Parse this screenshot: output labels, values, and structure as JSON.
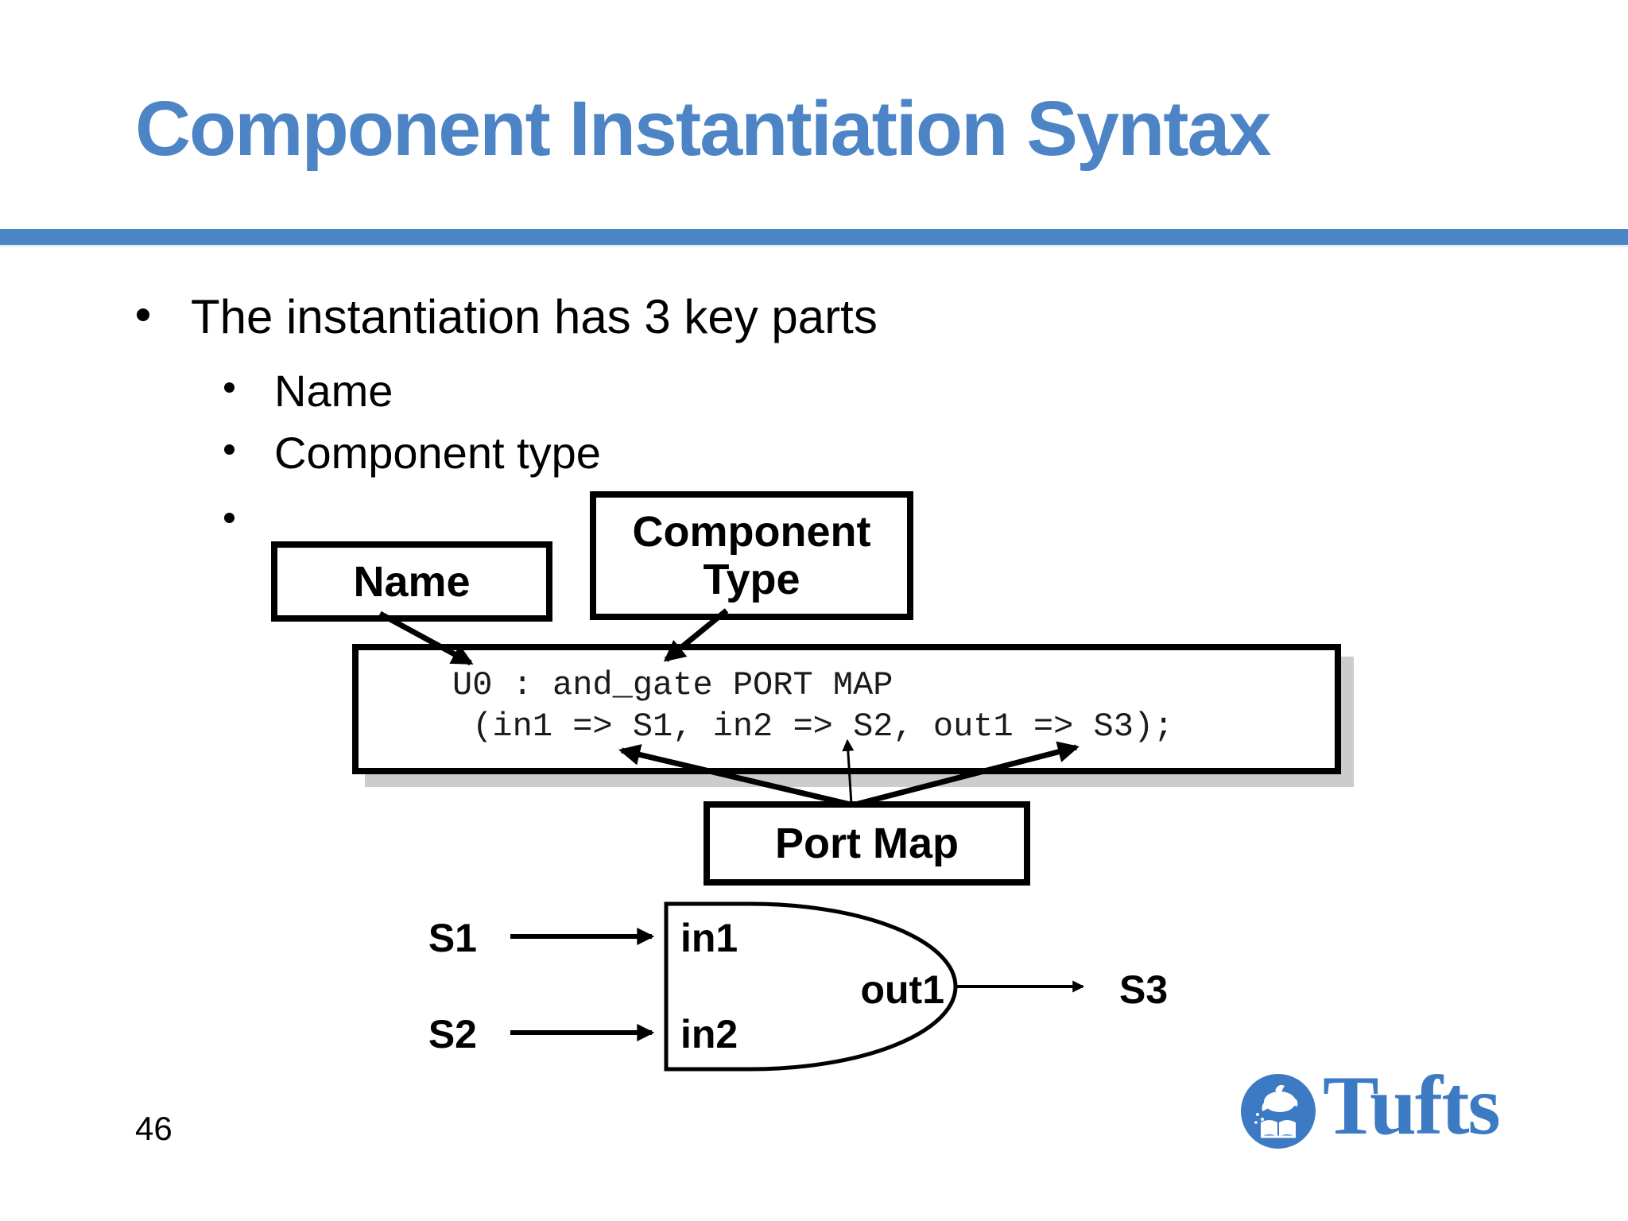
{
  "slide": {
    "title": "Component Instantiation Syntax",
    "page_number": "46",
    "bullet_main": "The instantiation has 3 key parts",
    "sub_bullets": [
      "Name",
      "Component type",
      ""
    ]
  },
  "diagram": {
    "name_box_label": "Name",
    "component_type_line1": "Component",
    "component_type_line2": "Type",
    "code_line1": "U0 : and_gate PORT MAP",
    "code_line2": " (in1 => S1, in2 => S2, out1 => S3);",
    "port_map_label": "Port Map"
  },
  "gate": {
    "input1_signal": "S1",
    "input2_signal": "S2",
    "output_signal": "S3",
    "port_in1": "in1",
    "port_in2": "in2",
    "port_out1": "out1"
  },
  "logo": {
    "wordmark": "Tufts"
  },
  "colors": {
    "title_blue": "#4c84c5",
    "rule_blue": "#4a85c4",
    "tufts_blue": "#3d7ac4",
    "code_shadow_gray": "#cccccc",
    "text_black": "#000000"
  }
}
